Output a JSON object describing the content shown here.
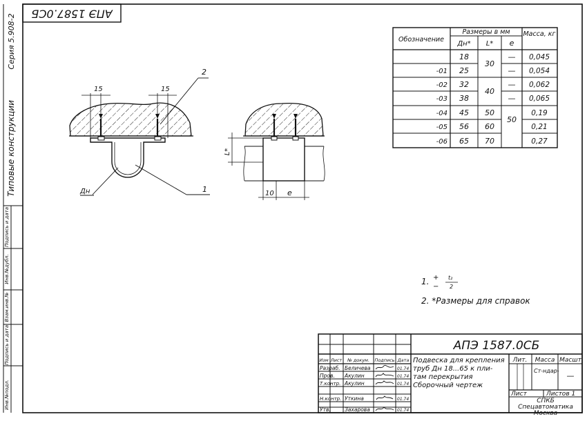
{
  "top_stamp": "АПЭ 1587.0СБ",
  "series": "Серия 5.908-2",
  "series_title": "Типовые конструкции",
  "left_strip": [
    "Инв.№подл.",
    "Подпись и дата",
    "Взам.инв.№",
    "Инв.№дубл.",
    "Подпись и дата"
  ],
  "table": {
    "h_designation": "Обозначение",
    "h_sizes": "Размеры в мм",
    "h_dn": "Дн*",
    "h_l": "L*",
    "h_e": "e",
    "h_mass": "Масса, кг",
    "rows": [
      {
        "des": "",
        "dn": "18",
        "l": "30",
        "e": "—",
        "mass": "0,045"
      },
      {
        "des": "-01",
        "dn": "25",
        "l": "",
        "e": "—",
        "mass": "0,054"
      },
      {
        "des": "-02",
        "dn": "32",
        "l": "40",
        "e": "—",
        "mass": "0,062"
      },
      {
        "des": "-03",
        "dn": "38",
        "l": "",
        "e": "—",
        "mass": "0,065"
      },
      {
        "des": "-04",
        "dn": "45",
        "l": "50",
        "e": "50",
        "mass": "0,19"
      },
      {
        "des": "-05",
        "dn": "56",
        "l": "60",
        "e": "",
        "mass": "0,21"
      },
      {
        "des": "-06",
        "dn": "65",
        "l": "70",
        "e": "",
        "mass": "0,27"
      }
    ]
  },
  "drawing": {
    "dim_15_left": "15",
    "dim_15_right": "15",
    "callout_2": "2",
    "callout_1": "1",
    "dn_label": "Дн",
    "l_label": "L*",
    "dim_10": "10",
    "dim_e": "e"
  },
  "notes": {
    "n1_num": "1.",
    "n1_plus": "+",
    "n1_minus": "−",
    "n1_top": "t₂",
    "n1_bottom": "2",
    "n2": "2. *Размеры для справок"
  },
  "title_block": {
    "code": "АПЭ 1587.0СБ",
    "title_lines": [
      "Подвеска для крепления",
      "труб Дн 18...65 к пли-",
      "там перекрытия",
      "Сборочный чертеж"
    ],
    "h_lit": "Лит.",
    "h_mass": "Масса",
    "h_scale": "Масшт",
    "standard": "Ст-ндар-",
    "mass_value": "—",
    "sheet": "Лист",
    "sheets": "Листов 1",
    "org_lines": [
      "СПКБ",
      "Спецавтоматика",
      "Москва"
    ],
    "header_cols": [
      "Изм",
      "Лист",
      "№ докум.",
      "Подпись",
      "Дата"
    ],
    "roles": [
      {
        "role": "Разраб.",
        "name": "Беличева",
        "date": "01.74"
      },
      {
        "role": "Пров.",
        "name": "Акулин",
        "date": "01.74"
      },
      {
        "role": "Т.контр.",
        "name": "Акулин",
        "date": "01.74"
      },
      {
        "role": "",
        "name": "",
        "date": ""
      },
      {
        "role": "Н.контр.",
        "name": "Уткина",
        "date": "01.74"
      },
      {
        "role": "Утв.",
        "name": "Захарова",
        "date": "01.74"
      }
    ]
  }
}
